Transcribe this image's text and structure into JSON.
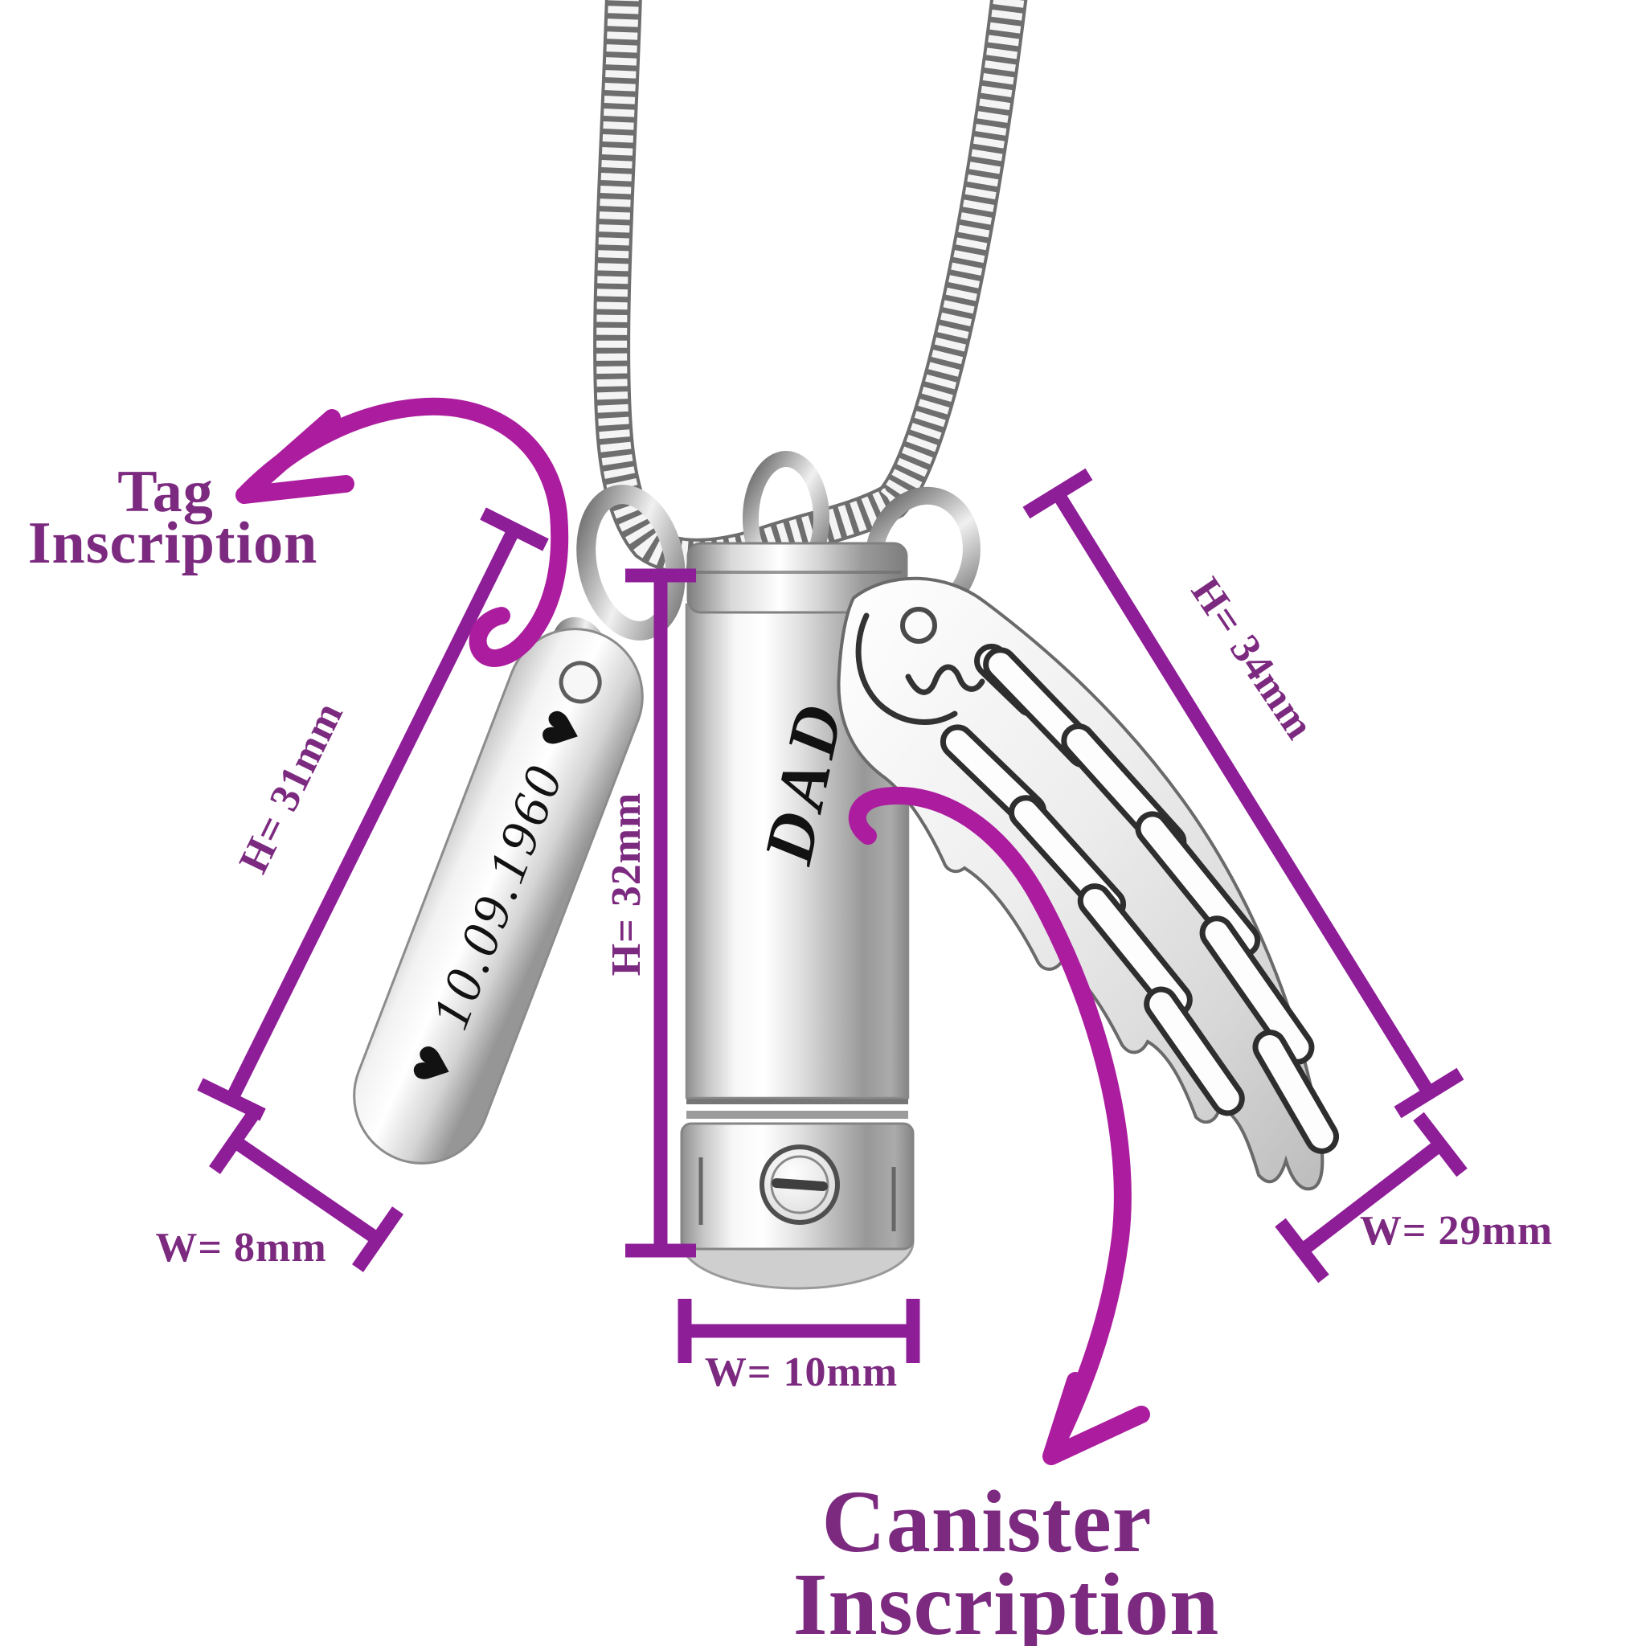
{
  "scene_description": "annotated dimension diagram of a memorial urn necklace with three pendants on a silver snake chain",
  "colors": {
    "background": "#ffffff",
    "label_text": "#7c2a80",
    "dimension_lines": "#8e1d98",
    "arrows": "#ab1d9e",
    "engraving": "#121212"
  },
  "labels": {
    "tag": {
      "line1": "Tag",
      "line2": "Inscription"
    },
    "canister": {
      "line1": "Canister",
      "line2": "Inscription"
    }
  },
  "dimensions": {
    "tag_height": "H= 31mm",
    "tag_width": "W= 8mm",
    "canister_height": "H= 32mm",
    "canister_width": "W= 10mm",
    "wing_height": "H= 34mm",
    "wing_width": "W= 29mm"
  },
  "engravings": {
    "tag_heart": "♥",
    "tag_date": "10.09.1960",
    "canister_name": "DAD"
  },
  "pendants": {
    "left": "engraved-bar-tag",
    "center": "cylinder-ash-canister",
    "right": "angel-wing-charm",
    "chain": "silver-snake-chain"
  }
}
